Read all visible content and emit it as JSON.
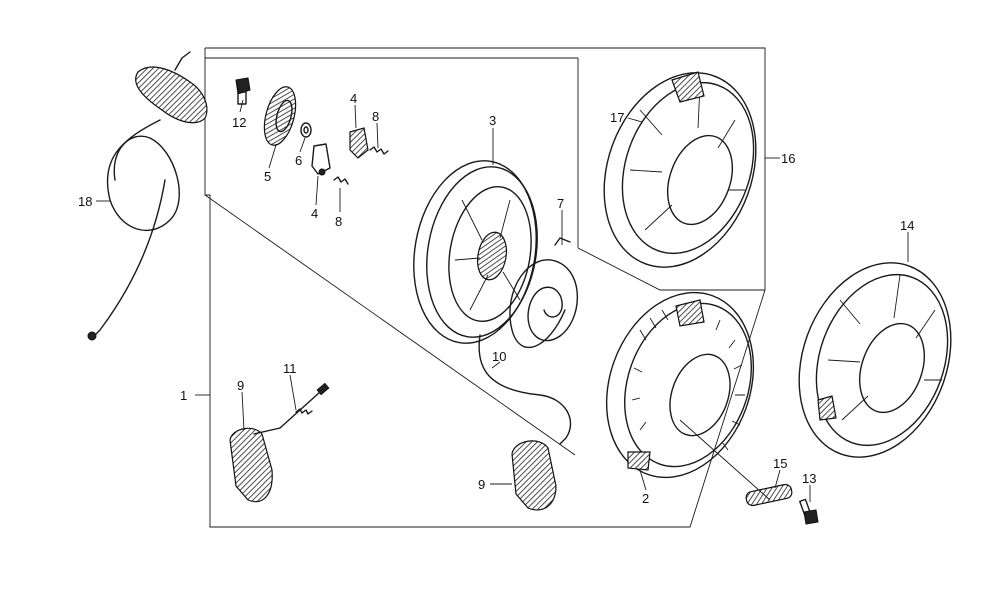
{
  "labels": {
    "l1": "1",
    "l2": "2",
    "l3": "3",
    "l4a": "4",
    "l4b": "4",
    "l5": "5",
    "l6": "6",
    "l7": "7",
    "l8a": "8",
    "l8b": "8",
    "l9a": "9",
    "l9b": "9",
    "l10": "10",
    "l11": "11",
    "l12": "12",
    "l13": "13",
    "l14": "14",
    "l15": "15",
    "l16": "16",
    "l17": "17",
    "l18": "18"
  },
  "colors": {
    "ink": "#1a1a1a",
    "paper": "#ffffff"
  }
}
